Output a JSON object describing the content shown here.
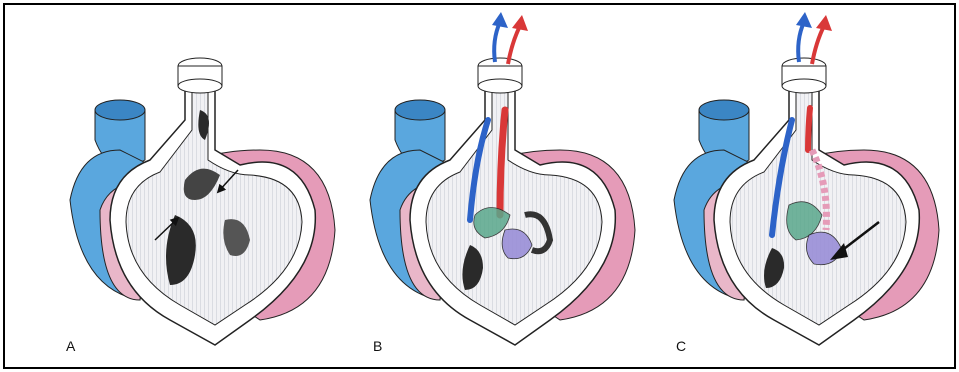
{
  "figure": {
    "panels": [
      {
        "label": "A"
      },
      {
        "label": "B"
      },
      {
        "label": "C"
      }
    ]
  },
  "colors": {
    "vessel_blue": "#5aa7de",
    "ventricle_pink": "#e59bb8",
    "wall_white": "#ffffff",
    "chamber_fill": "#f1f1f4",
    "chamber_dark": "#2a2a2a",
    "flow_red": "#d93838",
    "flow_blue": "#2d63c8",
    "septum_green": "#5aa88c",
    "cushion_purple": "#9a8fd8",
    "outline": "#222222"
  },
  "icons": [
    "blue-flow-arrow-icon",
    "red-flow-arrow-icon",
    "black-pointer-arrow-icon"
  ]
}
